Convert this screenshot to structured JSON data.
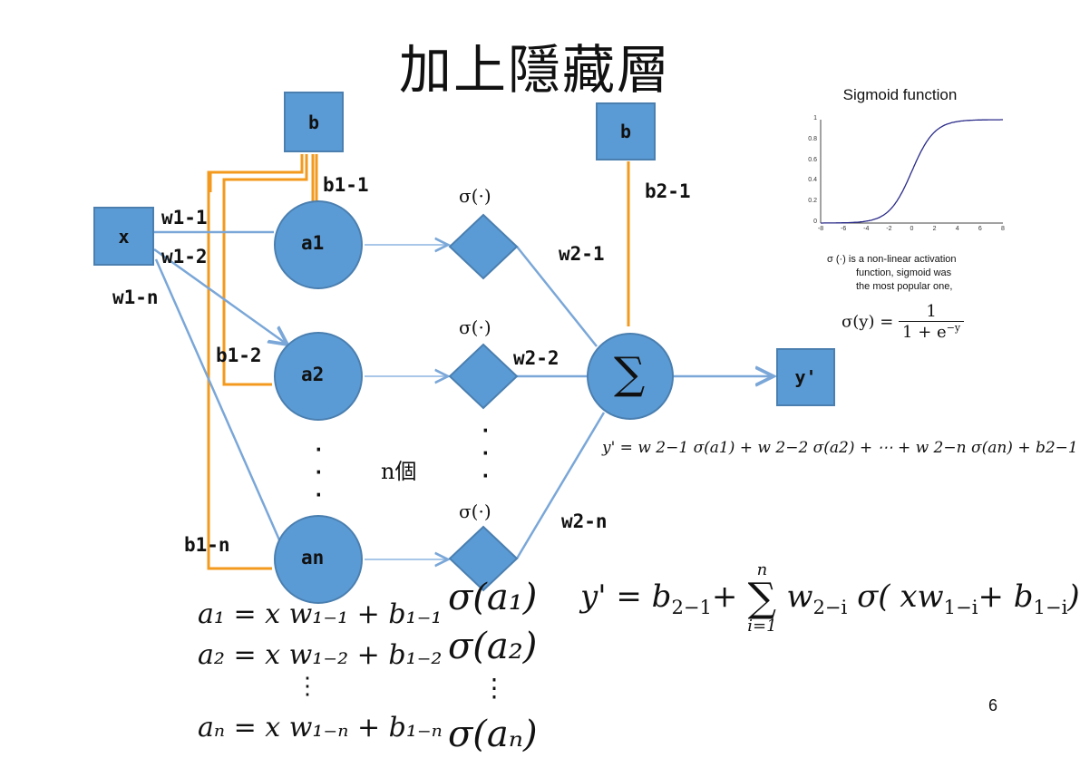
{
  "title": "加上隱藏層",
  "nodes": {
    "x": "x",
    "b_top_left": "b",
    "b_top_right": "b",
    "a1": "a1",
    "a2": "a2",
    "an": "an",
    "sum": "∑",
    "y_out": "y'"
  },
  "weight_labels": {
    "w1_1": "w1-1",
    "w1_2": "w1-2",
    "w1_n": "w1-n",
    "b1_1": "b1-1",
    "b1_2": "b1-2",
    "b1_n": "b1-n",
    "b2_1": "b2-1",
    "w2_1": "w2-1",
    "w2_2": "w2-2",
    "w2_n": "w2-n"
  },
  "activation_label": "σ(·)",
  "n_count": "n個",
  "dots": "·",
  "vdots": "⋮",
  "side_panel": {
    "title": "Sigmoid function",
    "yticks": [
      "1",
      "0.8",
      "0.6",
      "0.4",
      "0.2",
      "0"
    ],
    "xticks": [
      "-8",
      "-6",
      "-4",
      "-2",
      "0",
      "2",
      "4",
      "6",
      "8"
    ],
    "note_line1": "σ (·) is a non-linear activation",
    "note_line2": "function, sigmoid was",
    "note_line3": "the most popular one,",
    "formula_lhs": "σ(y) =",
    "formula_num": "1",
    "formula_den": "1 + e",
    "formula_exp": "−y"
  },
  "equations": {
    "expanded": "y' = w 2−1 σ(a1) + w 2−2 σ(a2) + ⋯ + w 2−n σ(an) + b2−1",
    "a1_eq": "a₁ = x w₁₋₁ + b₁₋₁",
    "a2_eq": "a₂ = x w₁₋₂ + b₁₋₂",
    "an_eq": "aₙ = x w₁₋ₙ + b₁₋ₙ",
    "sig_a1": "σ(a₁)",
    "sig_a2": "σ(a₂)",
    "sig_an": "σ(aₙ)",
    "sum_lhs": "y' = b",
    "sum_lhs_sub": "2−1",
    "sum_plus": "+",
    "sum_top": "n",
    "sum_symbol": "∑",
    "sum_bottom": "i=1",
    "sum_body": "w",
    "sum_body_sub": "2−i",
    "sum_rest": "σ( xw",
    "sum_rest_sub": "1−i",
    "sum_plus2": "+ b",
    "sum_b_sub": "1−i",
    "sum_close": ")"
  },
  "page_number": "6",
  "colors": {
    "node_blue": "#5b9bd5",
    "bias_orange": "#f39a1e",
    "arrow_blue": "#7aa7d8",
    "curve": "#2b2b8a"
  }
}
